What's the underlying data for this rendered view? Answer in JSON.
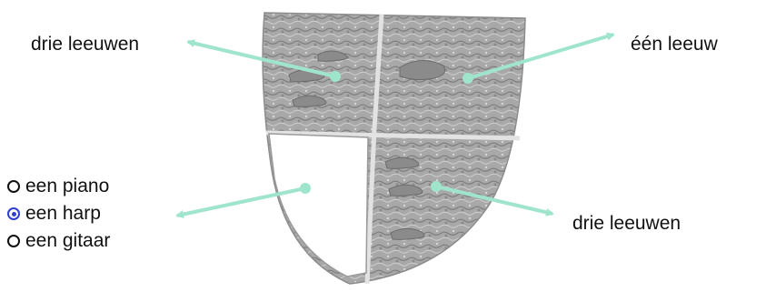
{
  "labels": {
    "top_left": "drie leeuwen",
    "top_right": "één leeuw",
    "bottom_right": "drie leeuwen"
  },
  "quiz": {
    "options": [
      {
        "label": "een piano",
        "selected": false
      },
      {
        "label": "een harp",
        "selected": true
      },
      {
        "label": "een gitaar",
        "selected": false
      }
    ]
  },
  "colors": {
    "arrow": "#9fe5cc",
    "shield_stone": "#a6a6a6",
    "radio_selected": "#2f3fd1"
  }
}
